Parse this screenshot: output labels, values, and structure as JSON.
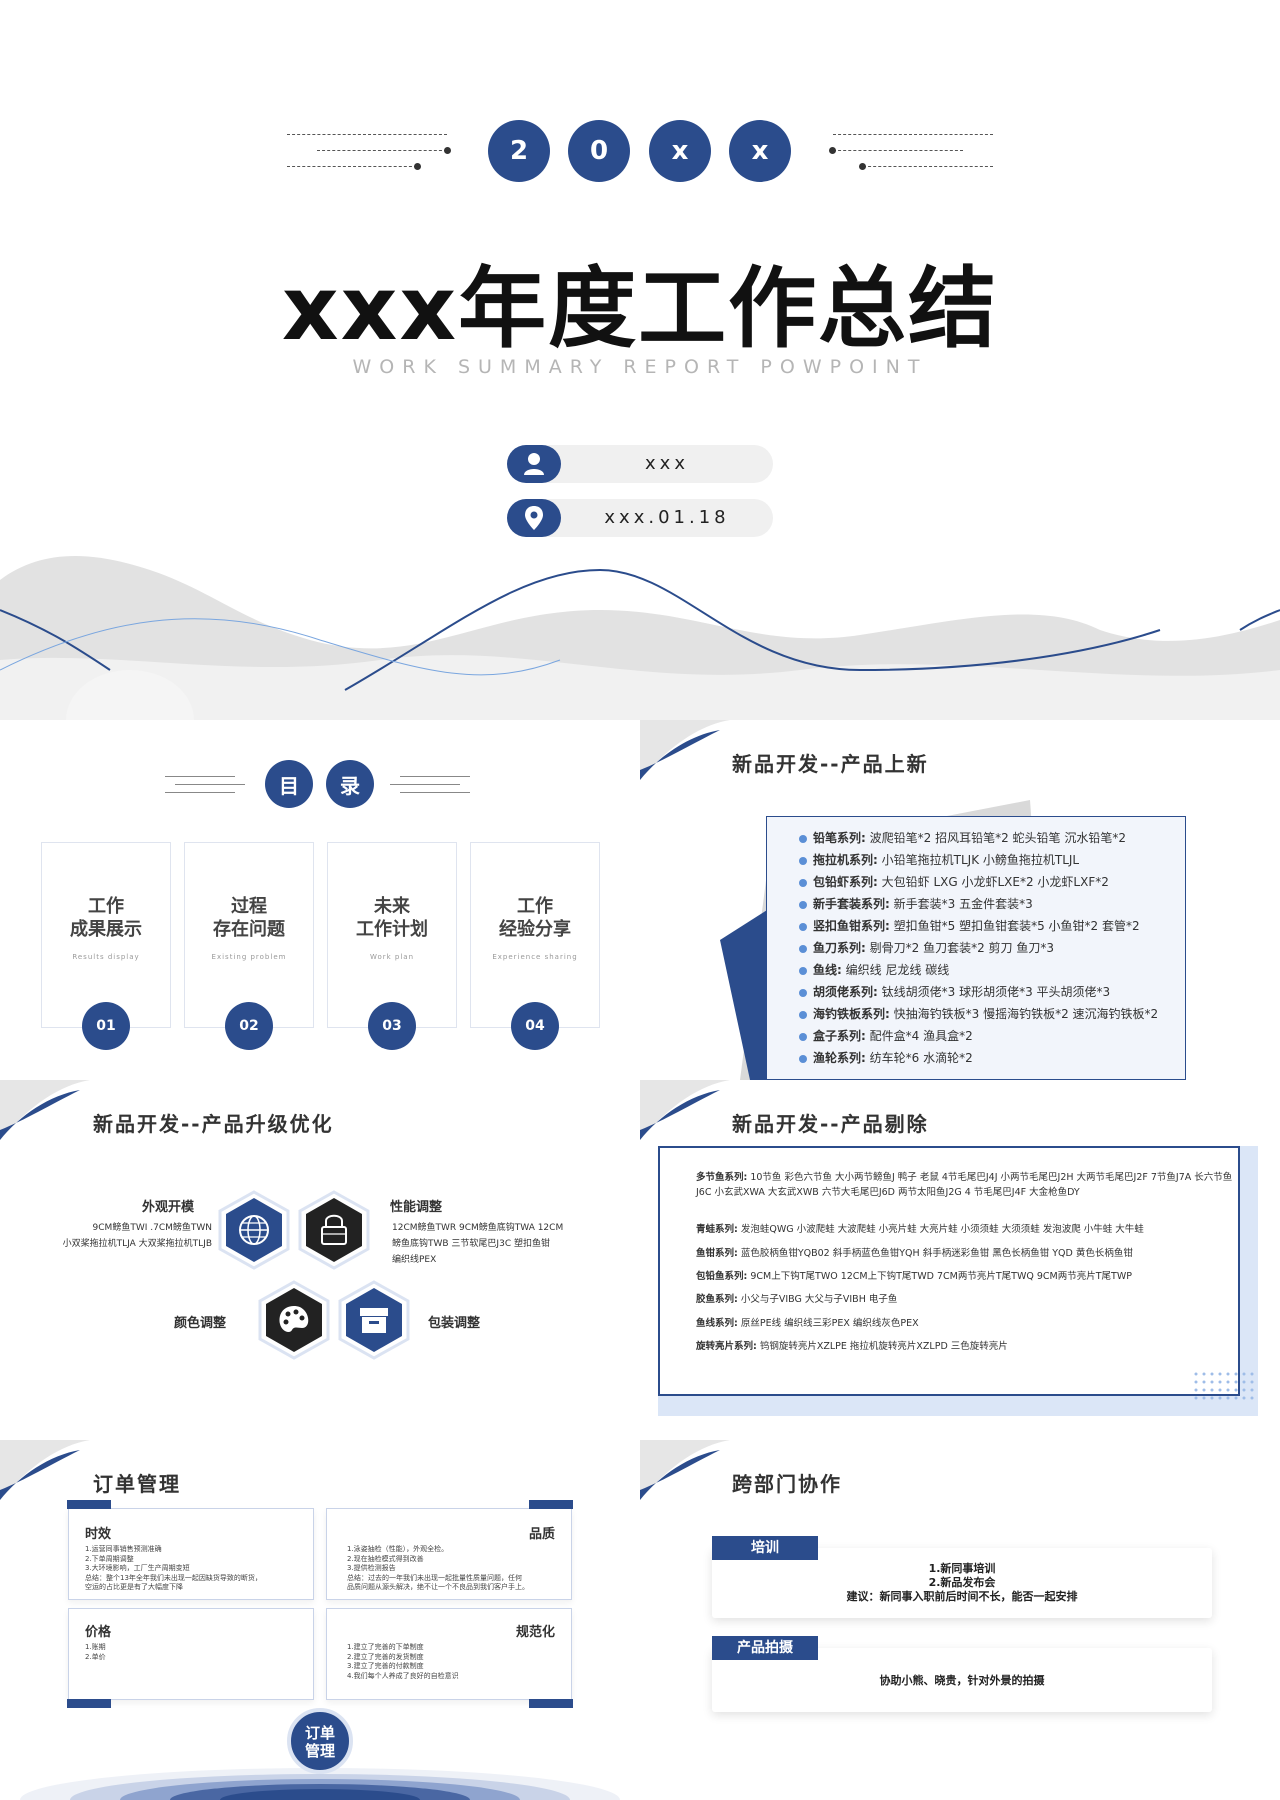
{
  "colors": {
    "accent": "#2b4c8c",
    "light_accent": "#5b8fd6",
    "grey": "#dcdcdc"
  },
  "title_slide": {
    "year_digits": [
      "2",
      "0",
      "x",
      "x"
    ],
    "title": "xxx年度工作总结",
    "subtitle": "WORK SUMMARY REPORT POWPOINT",
    "name": "xxx",
    "date": "xxx.01.18",
    "name_icon": "person-icon",
    "date_icon": "location-pin-icon"
  },
  "toc_slide": {
    "title_chars": [
      "目",
      "录"
    ],
    "cards": [
      {
        "line1": "工作",
        "line2": "成果展示",
        "sub": "Results display",
        "num": "01"
      },
      {
        "line1": "过程",
        "line2": "存在问题",
        "sub": "Existing problem",
        "num": "02"
      },
      {
        "line1": "未来",
        "line2": "工作计划",
        "sub": "Work plan",
        "num": "03"
      },
      {
        "line1": "工作",
        "line2": "经验分享",
        "sub": "Experience sharing",
        "num": "04"
      }
    ]
  },
  "launch_slide": {
    "title": "新品开发--产品上新",
    "items": [
      {
        "label": "铅笔系列:",
        "text": "波爬铅笔*2  招风耳铅笔*2  蛇头铅笔   沉水铅笔*2"
      },
      {
        "label": "拖拉机系列:",
        "text": "小铅笔拖拉机TLJK   小鳑鱼拖拉机TLJL"
      },
      {
        "label": "包铅虾系列:",
        "text": "大包铅虾 LXG  小龙虾LXE*2  小龙虾LXF*2"
      },
      {
        "label": "新手套装系列:",
        "text": "新手套装*3  五金件套装*3"
      },
      {
        "label": "竖扣鱼钳系列:",
        "text": "塑扣鱼钳*5   塑扣鱼钳套装*5   小鱼钳*2   套管*2"
      },
      {
        "label": "鱼刀系列:",
        "text": "剔骨刀*2  鱼刀套装*2   剪刀  鱼刀*3"
      },
      {
        "label": "鱼线:",
        "text": "编织线    尼龙线    碳线"
      },
      {
        "label": "胡须佬系列:",
        "text": "钛线胡须佬*3     球形胡须佬*3    平头胡须佬*3"
      },
      {
        "label": "海钓铁板系列:",
        "text": "快抽海钓铁板*3  慢摇海钓铁板*2  速沉海钓铁板*2"
      },
      {
        "label": "盒子系列:",
        "text": "配件盒*4     渔具盒*2"
      },
      {
        "label": "渔轮系列:",
        "text": "纺车轮*6   水滴轮*2"
      }
    ]
  },
  "upgrade_slide": {
    "title": "新品开发--产品升级优化",
    "appearance": {
      "label": "外观开模",
      "text": "9CM鳑鱼TWI .7CM鳑鱼TWN\n小双桨拖拉机TLJA 大双桨拖拉机TLJB"
    },
    "performance": {
      "label": "性能调整",
      "text": "12CM鳑鱼TWR 9CM鳑鱼底钩TWA 12CM\n鳑鱼底钩TWB 三节软尾巴J3C 塑扣鱼钳\n编织线PEX"
    },
    "color": {
      "label": "颜色调整"
    },
    "package": {
      "label": "包装调整"
    }
  },
  "removal_slide": {
    "title": "新品开发--产品剔除",
    "items": [
      {
        "label": "多节鱼系列:",
        "text": "10节鱼   彩色六节鱼 大小两节鳑鱼J  鸭子    老鼠    4节毛尾巴J4J  小两节毛尾巴J2H  大两节毛尾巴J2F  7节鱼J7A  长六节鱼J6C  小玄武XWA 大玄武XWB  六节大毛尾巴J6D  两节太阳鱼J2G  4 节毛尾巴J4F  大金枪鱼DY"
      },
      {
        "label": "青蛙系列:",
        "text": "发泡蛙QWG 小波爬蛙  大波爬蛙 小亮片蛙 大亮片蛙  小须须蛙   大须须蛙   发泡波爬    小牛蛙   大牛蛙"
      },
      {
        "label": "鱼钳系列:",
        "text": "蓝色胶柄鱼钳YQB02  斜手柄蓝色鱼钳YQH  斜手柄迷彩鱼钳   黑色长柄鱼钳 YQD  黄色长柄鱼钳"
      },
      {
        "label": "包铅鱼系列:",
        "text": "9CM上下钩T尾TWO   12CM上下钩T尾TWD  7CM两节亮片T尾TWQ   9CM两节亮片T尾TWP"
      },
      {
        "label": "胶鱼系列:",
        "text": "小父与子VIBG   大父与子VIBH    电子鱼"
      },
      {
        "label": "鱼线系列:",
        "text": "原丝PE线   编织线三彩PEX   编织线灰色PEX"
      },
      {
        "label": "旋转亮片系列:",
        "text": "钨钢旋转亮片XZLPE   拖拉机旋转亮片XZLPD      三色旋转亮片"
      }
    ]
  },
  "order_slide": {
    "title": "订单管理",
    "center_label": "订单\n管理",
    "boxes": [
      {
        "heading": "时效",
        "text": "1.运营同事销售预测准确\n2.下单周期调整\n3.大环境影响，工厂生产周期变短\n总结：整个13年全年我们未出现一起因缺货导致的断货，\n空运的占比更是有了大幅度下降"
      },
      {
        "heading": "品质",
        "text": "1.泳姿抽检（性能），外观全检。\n2.现在抽检模式得到改善\n3.提供检测报告\n总结：过去的一年我们未出现一起批量性质量问题，任何\n品质问题从源头解决，绝不让一个不良品到我们客户手上。"
      },
      {
        "heading": "价格",
        "text": "1.账期\n2.单价"
      },
      {
        "heading": "规范化",
        "text": "1.建立了完善的下单制度\n2.建立了完善的发货制度\n3.建立了完善的付款制度\n4.我们每个人养成了良好的自检意识"
      }
    ]
  },
  "collab_slide": {
    "title": "跨部门协作",
    "training": {
      "tag": "培训",
      "lines": [
        "1.新同事培训",
        "2.新品发布会",
        "建议：新同事入职前后时间不长，能否一起安排"
      ]
    },
    "photo": {
      "tag": "产品拍摄",
      "text": "协助小熊、晓贵，针对外景的拍摄"
    }
  }
}
